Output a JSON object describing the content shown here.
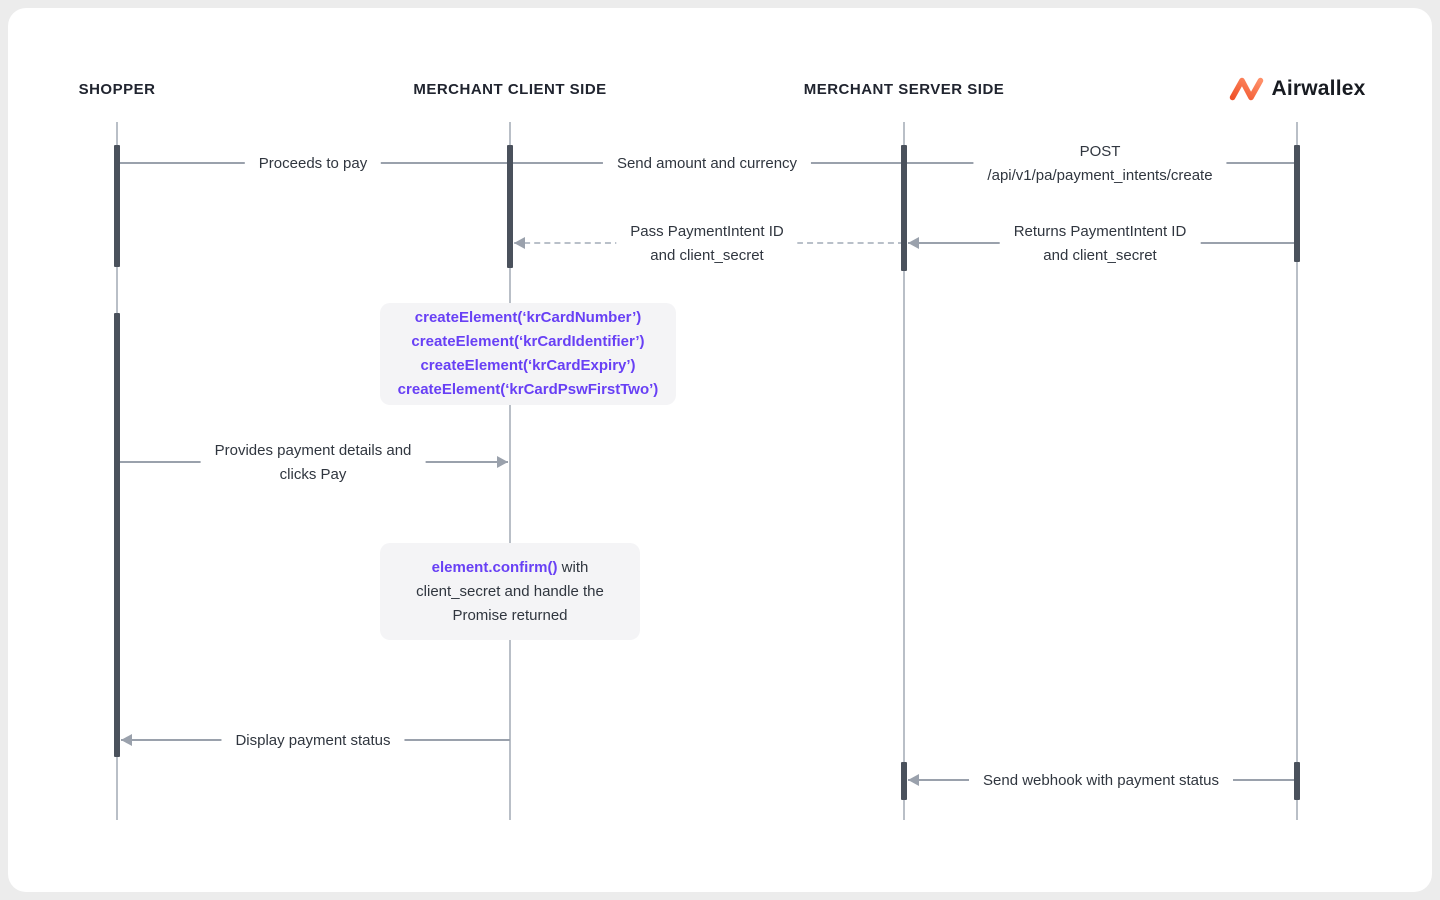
{
  "title": "Airwallex payment sequence diagram",
  "actors": [
    {
      "label": "SHOPPER"
    },
    {
      "label": "MERCHANT CLIENT SIDE"
    },
    {
      "label": "MERCHANT SERVER SIDE"
    },
    {
      "label": "Airwallex"
    }
  ],
  "messages": [
    {
      "text": "Proceeds to pay",
      "from": "shopper",
      "to": "merchant-client",
      "style": "solid"
    },
    {
      "text": "Send amount and currency",
      "from": "merchant-client",
      "to": "merchant-server",
      "style": "solid"
    },
    {
      "line1": "POST",
      "line2": "/api/v1/pa/payment_intents/create",
      "from": "merchant-server",
      "to": "airwallex",
      "style": "solid"
    },
    {
      "line1": "Returns PaymentIntent ID",
      "line2": "and client_secret",
      "from": "airwallex",
      "to": "merchant-server",
      "style": "solid-arrow-left"
    },
    {
      "line1": "Pass PaymentIntent ID",
      "line2": "and client_secret",
      "from": "merchant-server",
      "to": "merchant-client",
      "style": "dashed-arrow-left"
    },
    {
      "line1": "Provides payment details and",
      "line2": "clicks Pay",
      "from": "shopper",
      "to": "merchant-client",
      "style": "solid-arrow-right"
    },
    {
      "text": "Display payment status",
      "from": "merchant-client",
      "to": "shopper",
      "style": "solid-arrow-left"
    },
    {
      "text": "Send webhook with payment status",
      "from": "airwallex",
      "to": "merchant-server",
      "style": "solid-arrow-left"
    }
  ],
  "code_box_1": {
    "lines": [
      "createElement(‘krCardNumber’)",
      "createElement(‘krCardIdentifier’)",
      "createElement(‘krCardExpiry’)",
      "createElement(‘krCardPswFirstTwo’)"
    ]
  },
  "code_box_2": {
    "method": "element.confirm()",
    "method_suffix": " with",
    "line2": "client_secret and handle the",
    "line3": "Promise returned"
  },
  "colors": {
    "accent_purple": "#6840f5",
    "logo_orange_start": "#f0532a",
    "logo_orange_end": "#ff8f68",
    "message_line_gray": "#9aa1ac",
    "dashed_line_gray": "#b9c0c9",
    "activation_bar": "#4a515c",
    "header_text": "#20242f",
    "code_box_background": "#f4f4f6"
  }
}
